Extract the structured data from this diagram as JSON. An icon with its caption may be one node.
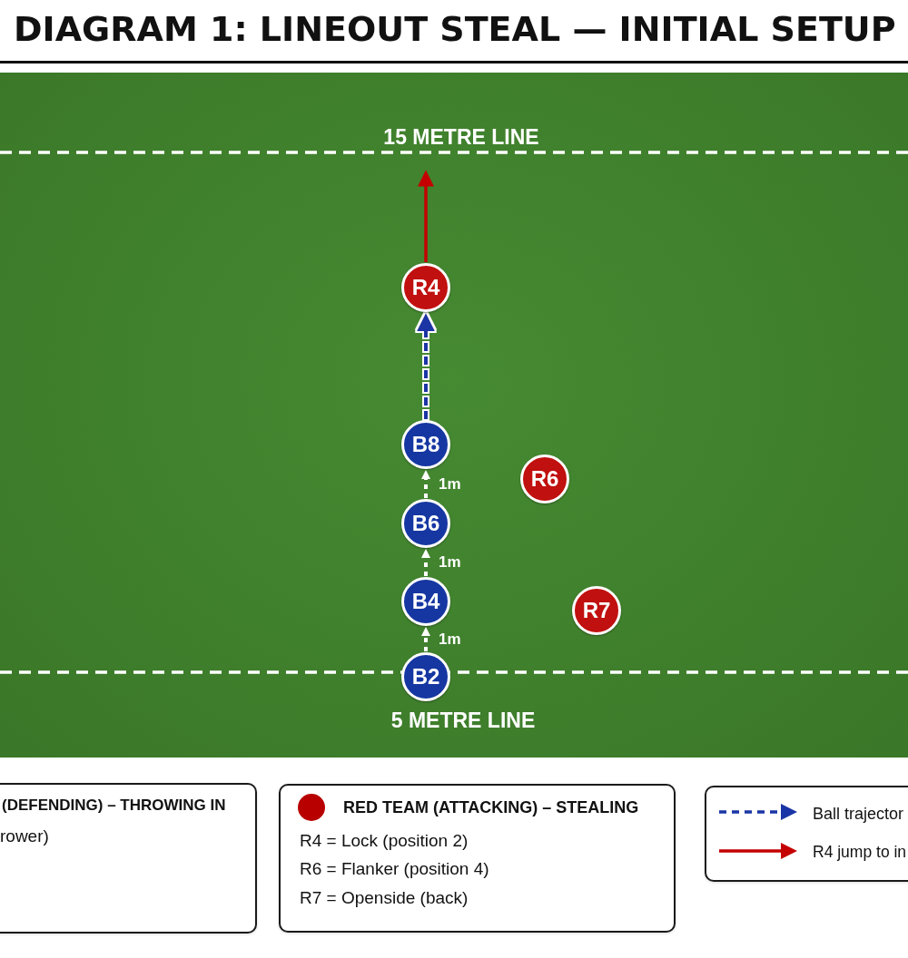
{
  "diagram": {
    "title": "DIAGRAM 1: LINEOUT STEAL — INITIAL SETUP",
    "nodes": [
      {
        "text": [
          "R4"
        ]
      },
      {
        "text": [
          "B8"
        ]
      },
      {
        "text": [
          "R6"
        ]
      },
      {
        "text": [
          "B6"
        ]
      },
      {
        "text": [
          "B4"
        ]
      },
      {
        "text": [
          "R7"
        ]
      },
      {
        "text": [
          "B2"
        ]
      }
    ],
    "edges": [
      {
        "from": 0,
        "to": null,
        "arrow": "to",
        "color": "#c40000"
      },
      {
        "from": 1,
        "to": 0,
        "arrow": "to",
        "style": "dashed",
        "color": "#1a35a5"
      },
      {
        "from": 3,
        "to": 1,
        "arrow": "to",
        "label": "1m",
        "style": "dashed"
      },
      {
        "from": 4,
        "to": 3,
        "arrow": "to",
        "label": "1m",
        "style": "dashed"
      },
      {
        "from": 6,
        "to": 4,
        "arrow": "to",
        "label": "1m",
        "style": "dashed"
      }
    ],
    "labels": [
      "15 METRE LINE",
      "5 METRE LINE"
    ],
    "legend": [
      {
        "text": "(DEFENDING) – THROWING IN"
      },
      {
        "text": "rower)"
      },
      {
        "text": "RED TEAM (ATTACKING) – STEALING",
        "color": "#b80000"
      },
      {
        "text": "R4 = Lock (position 2)"
      },
      {
        "text": "R6 = Flanker (position 4)"
      },
      {
        "text": "R7 = Openside (back)"
      },
      {
        "text": "Ball trajector"
      },
      {
        "text": "R4 jump to in"
      }
    ]
  }
}
